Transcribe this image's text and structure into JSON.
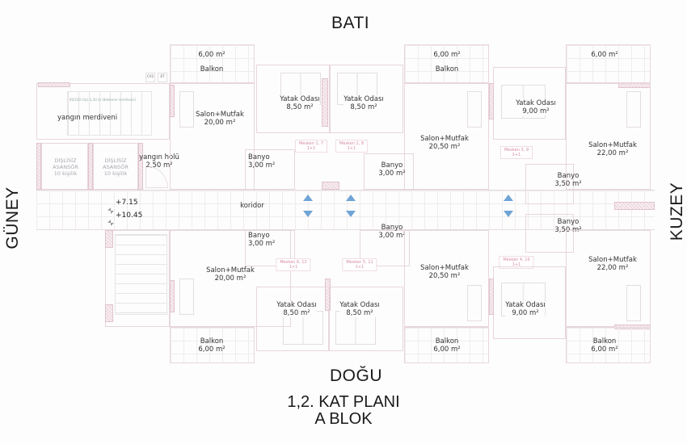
{
  "directions": {
    "north_top": "BATI",
    "south_bottom": "DOĞU",
    "left": "GÜNEY",
    "right": "KUZEY"
  },
  "title": {
    "line1": "1,2. KAT PLANI",
    "line2": "A BLOK"
  },
  "colors": {
    "arrow": "#6fa4d6",
    "wall_hatch": "#e9d3da",
    "mesken_label": "#d48a9e",
    "text": "#1a1a1a"
  },
  "core": {
    "fire_stair": "yangın merdiveni",
    "fire_stair_note": "90/220 ölçü 3,30 m (Bekleme merdiveni)",
    "fire_hall": {
      "name": "yangın holü",
      "area": "2,50 m²"
    },
    "elevators": [
      {
        "line1": "DİŞLİSİZ",
        "line2": "ASANSÖR",
        "line3": "10 kişilik"
      },
      {
        "line1": "DİŞLİSİZ",
        "line2": "ASANSÖR",
        "line3": "10 kişilik"
      }
    ],
    "shafts": [
      "CV2",
      "ET"
    ],
    "levels": [
      "+7.15",
      "+10.45"
    ],
    "corridor": "koridor"
  },
  "units_top": [
    {
      "mesken": "Mesken 1, 7",
      "type": "1+1",
      "balkon": {
        "name": "Balkon",
        "area": "6,00 m²"
      },
      "salon": {
        "name": "Salon+Mutfak",
        "area": "20,00 m²"
      },
      "yatak": {
        "name": "Yatak Odası",
        "area": "8,50 m²"
      },
      "banyo": {
        "name": "Banyo",
        "area": "3,00 m²"
      }
    },
    {
      "mesken": "Mesken 2, 8",
      "type": "1+1",
      "balkon": {
        "name": "Balkon",
        "area": "6,00 m²"
      },
      "salon": {
        "name": "Salon+Mutfak",
        "area": "20,50 m²"
      },
      "yatak": {
        "name": "Yatak Odası",
        "area": "8,50 m²"
      },
      "banyo": {
        "name": "Banyo",
        "area": "3,00 m²"
      }
    },
    {
      "mesken": "Mesken 3, 9",
      "type": "1+1",
      "balkon": {
        "name": "",
        "area": "6,00 m²"
      },
      "salon": {
        "name": "Salon+Mutfak",
        "area": "22,00 m²"
      },
      "yatak": {
        "name": "Yatak Odası",
        "area": "9,00 m²"
      },
      "banyo": {
        "name": "Banyo",
        "area": "3,50 m²"
      }
    }
  ],
  "units_bottom": [
    {
      "mesken": "Mesken 6, 12",
      "type": "1+1",
      "balkon": {
        "name": "Balkon",
        "area": "6,00 m²"
      },
      "salon": {
        "name": "Salon+Mutfak",
        "area": "20,00 m²"
      },
      "yatak": {
        "name": "Yatak Odası",
        "area": "8,50 m²"
      },
      "banyo": {
        "name": "Banyo",
        "area": "3,00 m²"
      }
    },
    {
      "mesken": "Mesken 5, 11",
      "type": "1+1",
      "balkon": {
        "name": "Balkon",
        "area": "6,00 m²"
      },
      "salon": {
        "name": "Salon+Mutfak",
        "area": "20,50 m²"
      },
      "yatak": {
        "name": "Yatak Odası",
        "area": "8,50 m²"
      },
      "banyo": {
        "name": "Banyo",
        "area": "3,00 m²"
      }
    },
    {
      "mesken": "Mesken 4, 10",
      "type": "1+1",
      "balkon": {
        "name": "Balkon",
        "area": "6,00 m²"
      },
      "salon": {
        "name": "Salon+Mutfak",
        "area": "22,00 m²"
      },
      "yatak": {
        "name": "Yatak Odası",
        "area": "9,00 m²"
      },
      "banyo": {
        "name": "Banyo",
        "area": "3,50 m²"
      }
    }
  ]
}
